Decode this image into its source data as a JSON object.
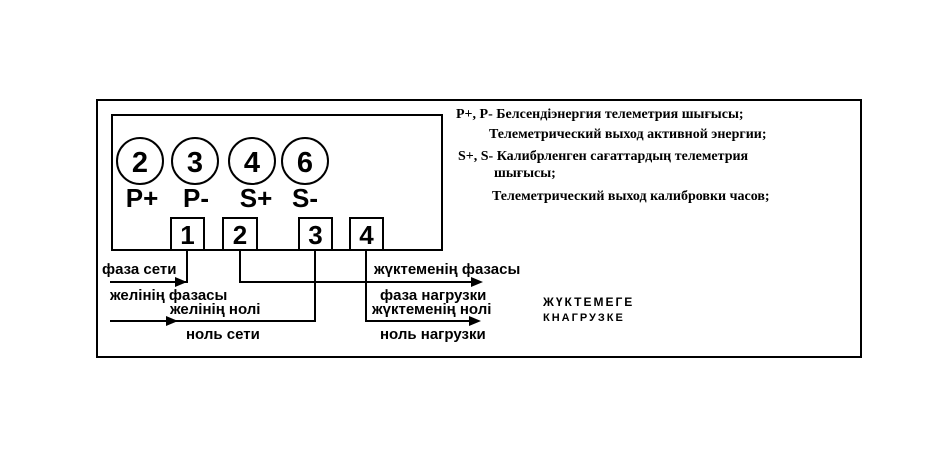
{
  "terminals": {
    "circles": [
      "2",
      "3",
      "4",
      "6"
    ],
    "signals": [
      "P+",
      "P-",
      "S+",
      "S-"
    ],
    "boxes": [
      "1",
      "2",
      "3",
      "4"
    ]
  },
  "wire_labels": {
    "phase_in_top": "фаза сети",
    "phase_in_bottom": "желінің фазасы",
    "neutral_in_top": "желінің нолі",
    "neutral_in_bottom": "ноль  сети",
    "phase_out_top": "жүктеменің фазасы",
    "phase_out_bottom": "фаза нагрузки",
    "neutral_out_top": "жүктеменің нолі",
    "neutral_out_bottom": "ноль нагрузки"
  },
  "load_label": {
    "kz": "ЖҮКТЕМЕГЕ",
    "ru": "КНАГРУЗКЕ"
  },
  "legend": {
    "line1": "P+, P-  Белсендіэнергия телеметрия шығысы;",
    "line2": "Телеметрический выход активной энергии;",
    "line3": "S+, S-  Калибрленген сағаттардың телеметрия",
    "line4": "шығысы;",
    "line5": "Телеметрический выход калибровки часов;"
  }
}
